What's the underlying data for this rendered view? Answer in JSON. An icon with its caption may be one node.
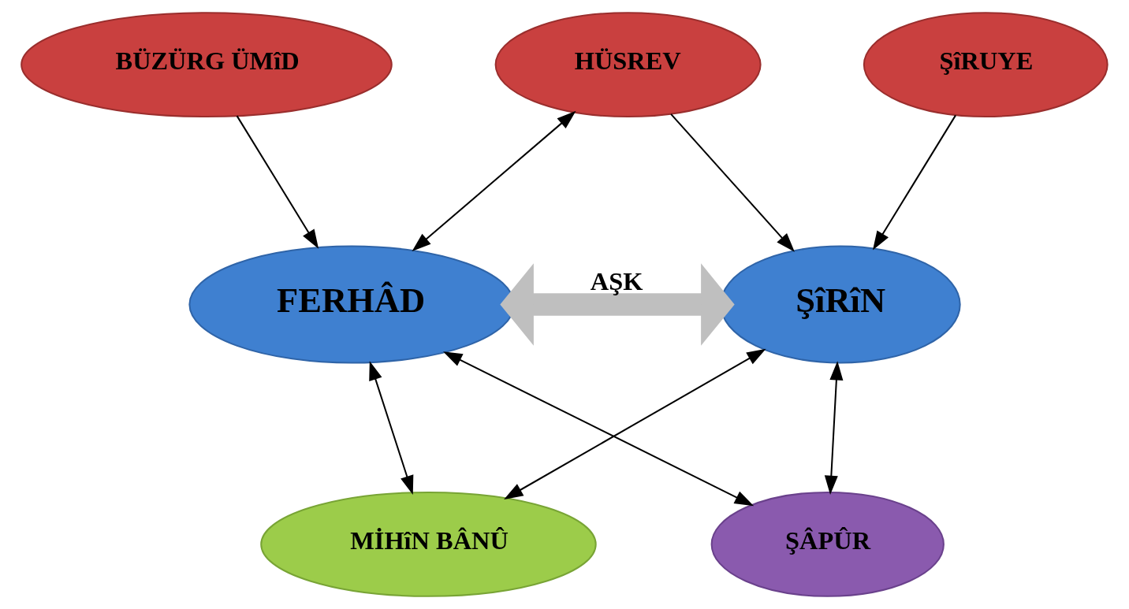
{
  "diagram": {
    "nodes": [
      {
        "text": [
          "BÜZÜRG ÜMîD"
        ]
      },
      {
        "text": [
          "HÜSREV"
        ]
      },
      {
        "text": [
          "ŞîRUYE"
        ]
      },
      {
        "text": [
          "FERHÂD"
        ]
      },
      {
        "text": [
          "ŞîRîN"
        ]
      },
      {
        "text": [
          "MİHîN BÂNÛ"
        ]
      },
      {
        "text": [
          "ŞÂPÛR"
        ]
      }
    ],
    "edges": [
      {
        "from": 0,
        "to": 3,
        "arrow": "to"
      },
      {
        "from": 1,
        "to": 3,
        "arrow": "both"
      },
      {
        "from": 1,
        "to": 4,
        "arrow": "to"
      },
      {
        "from": 2,
        "to": 4,
        "arrow": "to"
      },
      {
        "from": 3,
        "to": 4,
        "arrow": "both",
        "label": "AŞK",
        "style": "thick",
        "color": "#bfbfbf"
      },
      {
        "from": 3,
        "to": 5,
        "arrow": "both"
      },
      {
        "from": 3,
        "to": 6,
        "arrow": "both"
      },
      {
        "from": 4,
        "to": 5,
        "arrow": "both"
      },
      {
        "from": 4,
        "to": 6,
        "arrow": "both"
      }
    ]
  }
}
